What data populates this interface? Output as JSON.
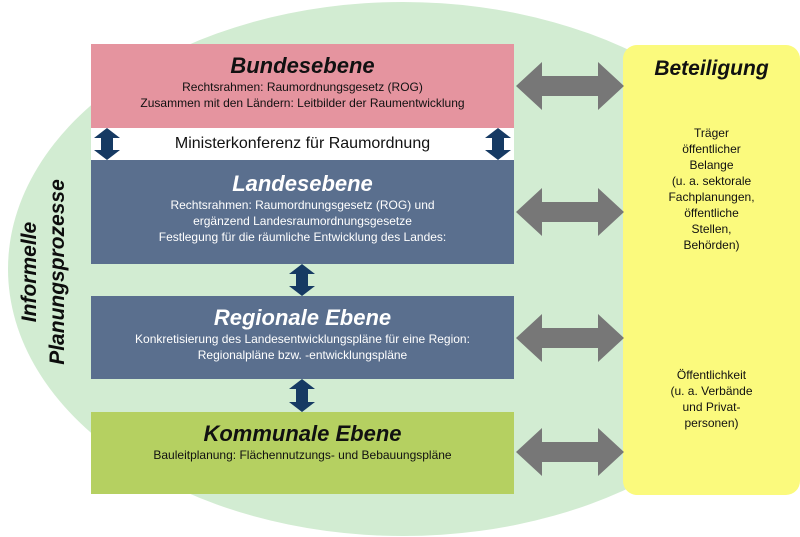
{
  "side_label": {
    "line1": "Informelle",
    "line2": "Planungsprozesse"
  },
  "bundesebene": {
    "title": "Bundesebene",
    "lines": [
      "Rechtsrahmen: Raumordnungsgesetz (ROG)",
      "Zusammen mit den Ländern: Leitbilder der Raumentwicklung"
    ]
  },
  "ministerkonferenz": "Ministerkonferenz für Raumordnung",
  "landesebene": {
    "title": "Landesebene",
    "lines": [
      "Rechtsrahmen: Raumordnungsgesetz (ROG) und",
      "ergänzend Landesraumordnungsgesetze",
      "Festlegung für die räumliche Entwicklung des Landes:"
    ]
  },
  "regionale_ebene": {
    "title": "Regionale Ebene",
    "lines": [
      "Konkretisierung des Landesentwicklungspläne für eine Region:",
      "Regionalpläne bzw. -entwicklungspläne"
    ]
  },
  "kommunale_ebene": {
    "title": "Kommunale Ebene",
    "lines": [
      "Bauleitplanung: Flächennutzungs- und Bebauungspläne"
    ]
  },
  "beteiligung": {
    "title": "Beteiligung",
    "traeger": [
      "Träger",
      "öffentlicher",
      "Belange",
      "(u. a. sektorale",
      "Fachplanungen,",
      "öffentliche",
      "Stellen,",
      "Behörden)"
    ],
    "oeffentlichkeit": [
      "Öffentlichkeit",
      "(u. a. Verbände",
      "und Privat-",
      "personen)"
    ]
  },
  "colors": {
    "ellipse": "#d2ecd2",
    "bundesebene": "#e5949f",
    "landesebene": "#5a6f8e",
    "regionale_ebene": "#5a6f8e",
    "kommunale_ebene": "#b5d061",
    "beteiligung": "#fbfa7d",
    "vertical_arrow": "#163a63",
    "horizontal_arrow": "#777777"
  }
}
